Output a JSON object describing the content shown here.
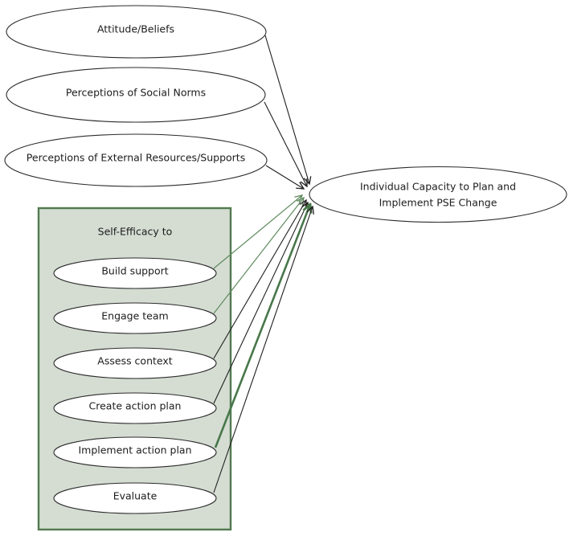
{
  "diagram": {
    "nodes": {
      "attitude_beliefs": "Attitude/Beliefs",
      "social_norms": "Perceptions of Social Norms",
      "external_resources": "Perceptions of External Resources/Supports",
      "capacity_line1": "Individual Capacity to Plan and",
      "capacity_line2": "Implement PSE Change",
      "self_efficacy_title": "Self-Efficacy to",
      "self_efficacy_items": [
        "Build support",
        "Engage team",
        "Assess context",
        "Create action plan",
        "Implement action plan",
        "Evaluate"
      ]
    },
    "colors": {
      "background": "#ffffff",
      "node_fill": "#ffffff",
      "node_stroke": "#2b2b2b",
      "text": "#1c1c1c",
      "group_box_fill": "#d5ddd3",
      "group_box_border": "#527a50",
      "arrow_black": "#1f1f1f",
      "arrow_green": "#5f8a5e",
      "arrow_green_thick": "#48774a"
    }
  }
}
